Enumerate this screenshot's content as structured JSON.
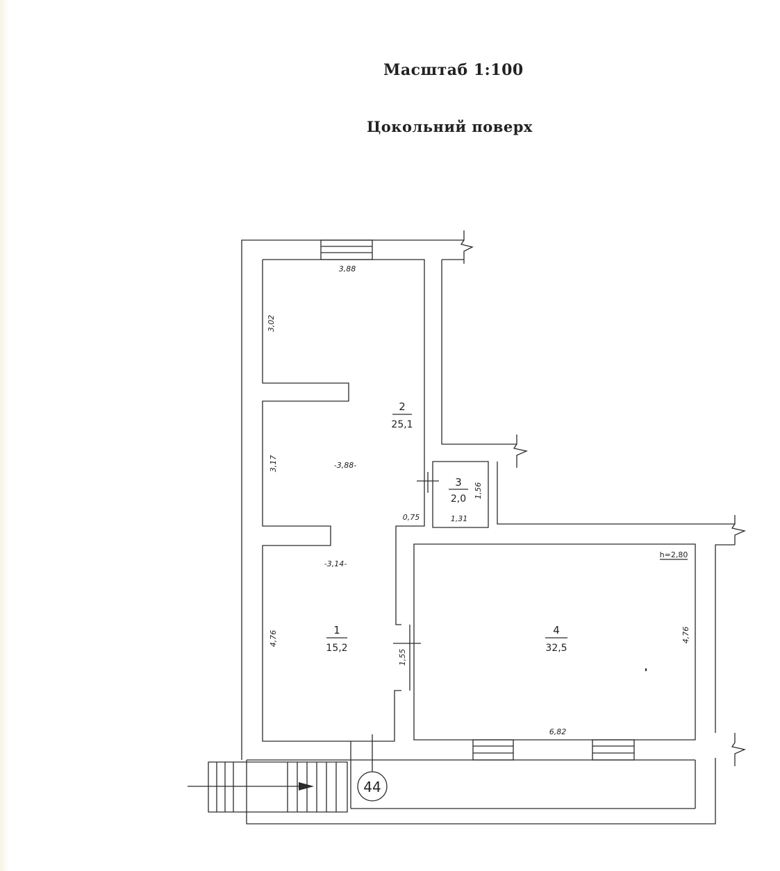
{
  "header": {
    "scale": "Масштаб 1:100",
    "floor": "Цокольний поверх"
  },
  "rooms": [
    {
      "number": "1",
      "area": "15,2"
    },
    {
      "number": "2",
      "area": "25,1"
    },
    {
      "number": "3",
      "area": "2,0"
    },
    {
      "number": "4",
      "area": "32,5"
    }
  ],
  "dimensions": {
    "room2_top": "3,88",
    "room2_left_upper": "3,02",
    "room2_left_lower": "3,17",
    "room2_mid": "-3,88-",
    "room1_width": "-3,14-",
    "room1_left": "4,76",
    "door_width": "0,75",
    "room3_width": "1,31",
    "room3_height": "1,56",
    "passage_height": "1,55",
    "room4_right": "4,76",
    "room4_bottom": "6,82"
  },
  "ceiling_height": "h=2,80",
  "axis_marker": "44",
  "colors": {
    "line": "#2a2a2a",
    "paper": "#ffffff"
  }
}
